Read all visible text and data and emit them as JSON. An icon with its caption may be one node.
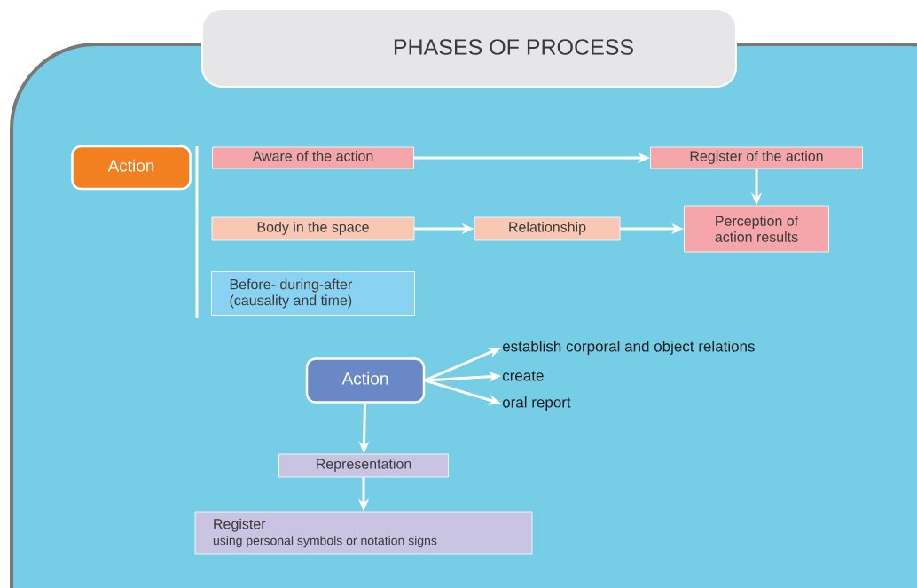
{
  "diagram": {
    "title": "PHASES OF PROCESS",
    "nodes": [
      {
        "text": [
          "Action"
        ]
      },
      {
        "text": [
          "Aware of the action"
        ]
      },
      {
        "text": [
          "Register of the action"
        ]
      },
      {
        "text": [
          "Body in the space"
        ]
      },
      {
        "text": [
          "Relationship"
        ]
      },
      {
        "text": [
          "Perception of action results"
        ]
      },
      {
        "text": [
          "Before- during-after (causality and time)"
        ]
      },
      {
        "text": [
          "Action"
        ]
      },
      {
        "text": [
          "establish corporal and object relations"
        ]
      },
      {
        "text": [
          "create"
        ]
      },
      {
        "text": [
          "oral report"
        ]
      },
      {
        "text": [
          "Representation"
        ]
      },
      {
        "text": [
          "Register",
          "using personal symbols or notation signs"
        ]
      }
    ],
    "edges": [
      {
        "from": 1,
        "to": 2,
        "arrow": "to"
      },
      {
        "from": 2,
        "to": 5,
        "arrow": "to"
      },
      {
        "from": 3,
        "to": 4,
        "arrow": "to"
      },
      {
        "from": 4,
        "to": 5,
        "arrow": "to"
      },
      {
        "from": 7,
        "to": 8,
        "arrow": "to"
      },
      {
        "from": 7,
        "to": 9,
        "arrow": "to"
      },
      {
        "from": 7,
        "to": 10,
        "arrow": "to"
      },
      {
        "from": 7,
        "to": 11,
        "arrow": "to"
      },
      {
        "from": 11,
        "to": 12,
        "arrow": "to"
      }
    ]
  }
}
